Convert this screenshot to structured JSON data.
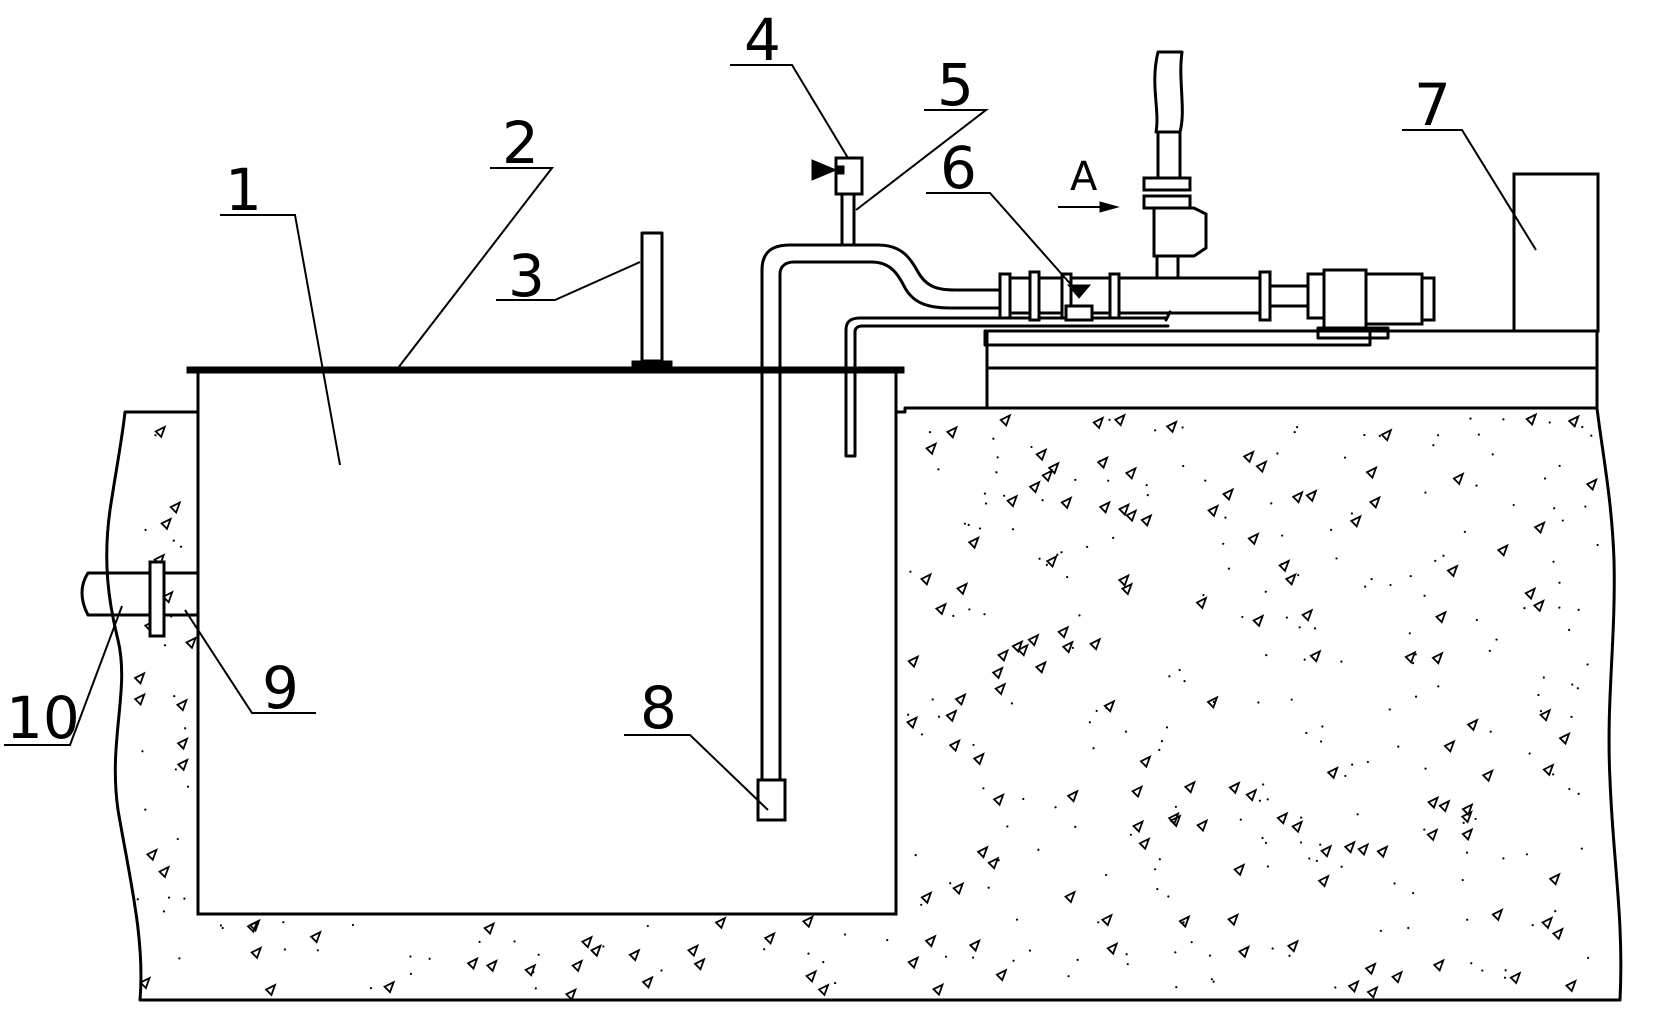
{
  "figure": {
    "callouts": {
      "c1": "1",
      "c2": "2",
      "c3": "3",
      "c4": "4",
      "c5": "5",
      "c6": "6",
      "c7": "7",
      "c8": "8",
      "c9": "9",
      "c10": "10"
    },
    "view_marker": "A",
    "colors": {
      "line": "#000000",
      "background": "#ffffff"
    }
  }
}
